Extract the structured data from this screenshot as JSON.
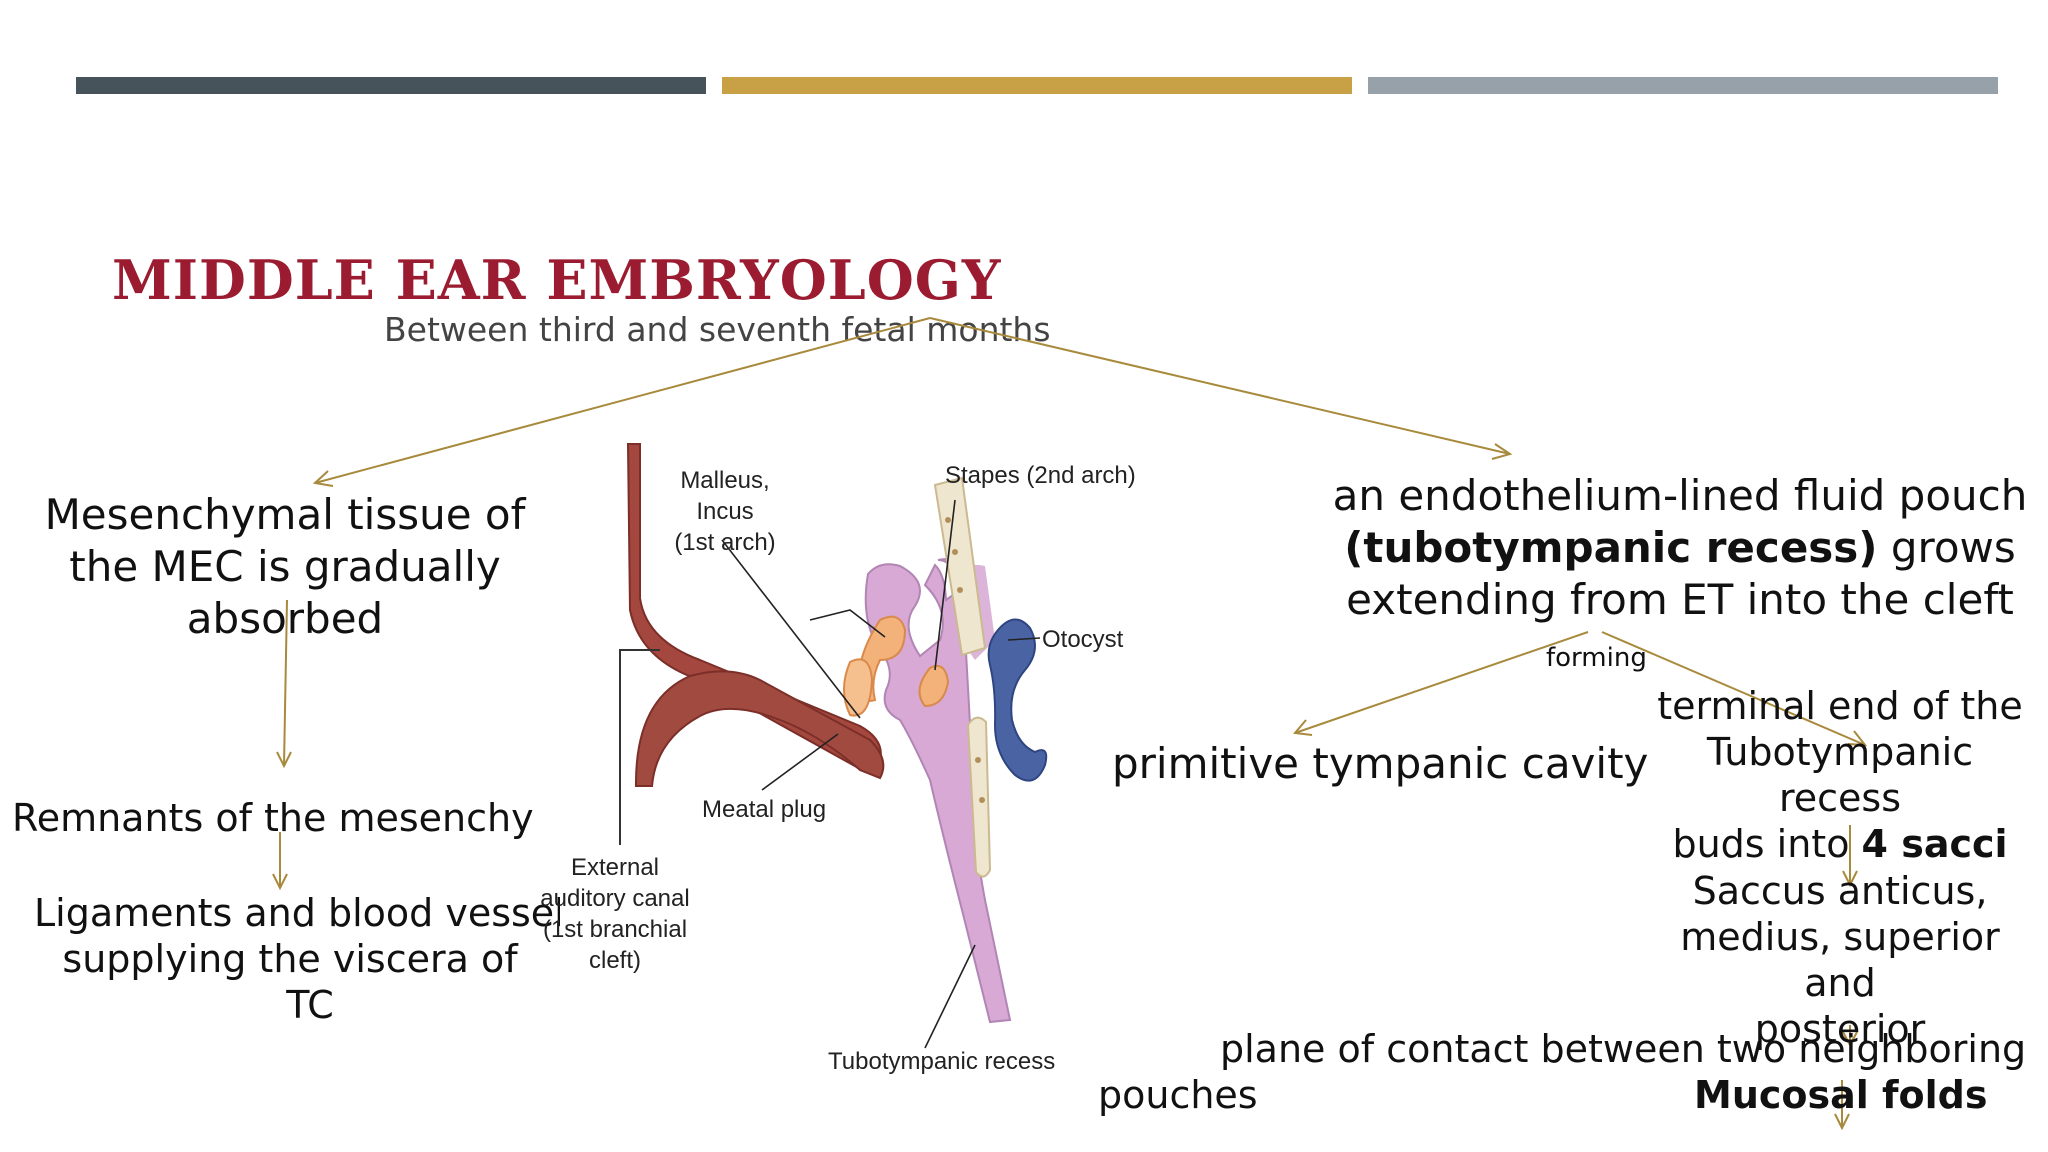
{
  "header": {
    "bar_colors": [
      "#46535a",
      "#c8a045",
      "#97a1aa"
    ]
  },
  "title": "MIDDLE EAR EMBRYOLOGY",
  "subtitle": "Between third and seventh fetal months",
  "left_branch": {
    "node1": {
      "line1": "Mesenchymal tissue of",
      "line2": "the MEC is gradually",
      "line3": "absorbed"
    },
    "node2": "Remnants of the mesenchyme",
    "node3": {
      "line1": "Ligaments and blood vessels",
      "line2": "supplying the viscera of",
      "line3": "TC"
    }
  },
  "figure": {
    "labels": {
      "malleus_incus": "Malleus, Incus",
      "malleus_incus_sub": "(1st arch)",
      "stapes": "Stapes (2nd arch)",
      "otocyst": "Otocyst",
      "meatal_plug": "Meatal plug",
      "eac1": "External",
      "eac2": "auditory canal",
      "eac3": "(1st branchial cleft)",
      "tubotympanic": "Tubotympanic recess"
    }
  },
  "right_branch": {
    "node1": {
      "line1": "an endothelium-lined fluid pouch",
      "line2_bold": "(tubotympanic recess)",
      "line2_rest": "  grows",
      "line3": "extending from ET into the cleft"
    },
    "forming_label": "forming",
    "node_tc": "primitive tympanic cavity",
    "node_terminal": {
      "line1": "terminal end of the",
      "line2": "Tubotympanic recess",
      "line3_pre": "buds into ",
      "line3_bold": "4 sacci"
    },
    "node_sacci": {
      "line1": "Saccus anticus,",
      "line2": "medius, superior and",
      "line3": "posterior"
    },
    "node_plane": {
      "line1": "plane of contact between two neighboring",
      "line2": "pouches"
    },
    "mucosal_folds": "Mucosal folds"
  },
  "arrow_color": "#a88a3c"
}
